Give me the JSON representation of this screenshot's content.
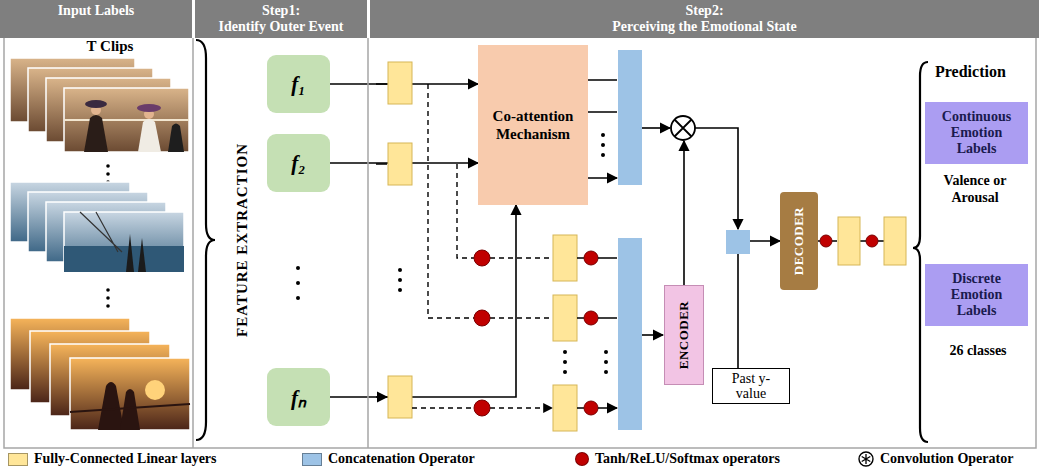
{
  "diagram": {
    "nodes": [
      {
        "text": [
          "Input Labels"
        ]
      },
      {
        "text": [
          "Step1:",
          "Identify Outer Event"
        ]
      },
      {
        "text": [
          "Step2:",
          "Perceiving the Emotional State"
        ]
      },
      {
        "text": [
          "f₁"
        ]
      },
      {
        "text": [
          "f₂"
        ]
      },
      {
        "text": [
          "fₙ"
        ]
      },
      {
        "text": [
          "Co-attention Mechanism"
        ]
      },
      {
        "text": [
          "ENCODER"
        ]
      },
      {
        "text": [
          "Past y-value"
        ]
      },
      {
        "text": [
          "DECODER"
        ]
      },
      {
        "text": [
          "Continuous Emotion Labels"
        ]
      },
      {
        "text": [
          "Discrete Emotion Labels"
        ]
      }
    ],
    "edges": [
      {
        "from": 3,
        "to": 6,
        "arrow": "to"
      },
      {
        "from": 4,
        "to": 6,
        "arrow": "to"
      },
      {
        "from": 5,
        "to": 6,
        "arrow": "to"
      },
      {
        "from": 8,
        "to": 9,
        "arrow": "to"
      }
    ],
    "labels": [
      "T Clips",
      "FEATURE EXTRACTION",
      "Prediction",
      "Valence or Arousal",
      "26 classes"
    ],
    "legend": [
      {
        "text": "Fully-Connected Linear layers",
        "color": "#ffe699"
      },
      {
        "text": "Concatenation Operator",
        "color": "#9dc3e6"
      },
      {
        "text": "Tanh/ReLU/Softmax operators",
        "color": "#c00000"
      },
      {
        "text": "Convolution Operator"
      }
    ]
  }
}
